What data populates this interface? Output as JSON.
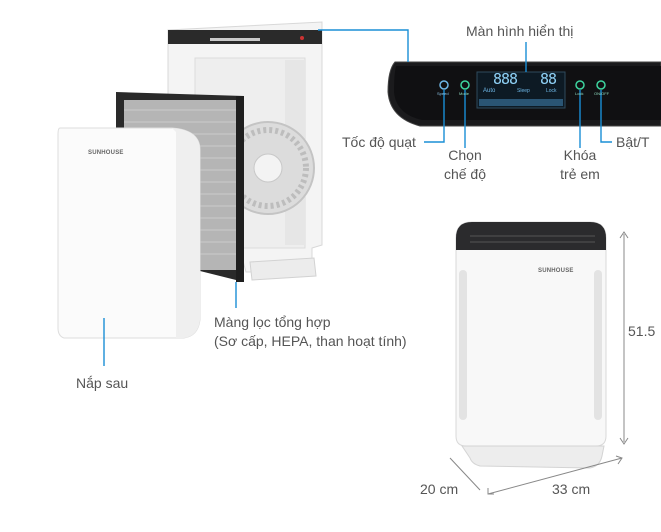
{
  "labels": {
    "display": "Màn hình hiển thị",
    "fan_speed": "Tốc độ quạt",
    "mode_line1": "Chọn",
    "mode_line2": "chế độ",
    "lock_line1": "Khóa",
    "lock_line2": "trẻ em",
    "power": "Bật/T",
    "filter_line1": "Màng lọc tổng hợp",
    "filter_line2": "(Sơ cấp, HEPA, than hoạt tính)",
    "back_cover": "Nắp sau",
    "height": "51.5",
    "depth": "20 cm",
    "width": "33 cm"
  },
  "brand": {
    "name": "SUNHOUSE"
  },
  "panel": {
    "speed": "Speed",
    "mode": "Mode",
    "lock": "Lock",
    "onoff": "ON/OFF",
    "digits_left": "888",
    "digits_right": "88",
    "auto": "Auto",
    "sleep": "Sleep",
    "child_lock": "Lock"
  },
  "colors": {
    "leader_line": "#1a8fd6",
    "panel_bg": "#1b1b1d",
    "led_blue": "#6fb8e8",
    "led_green": "#3ed6a0",
    "dimension_line": "#888888"
  }
}
